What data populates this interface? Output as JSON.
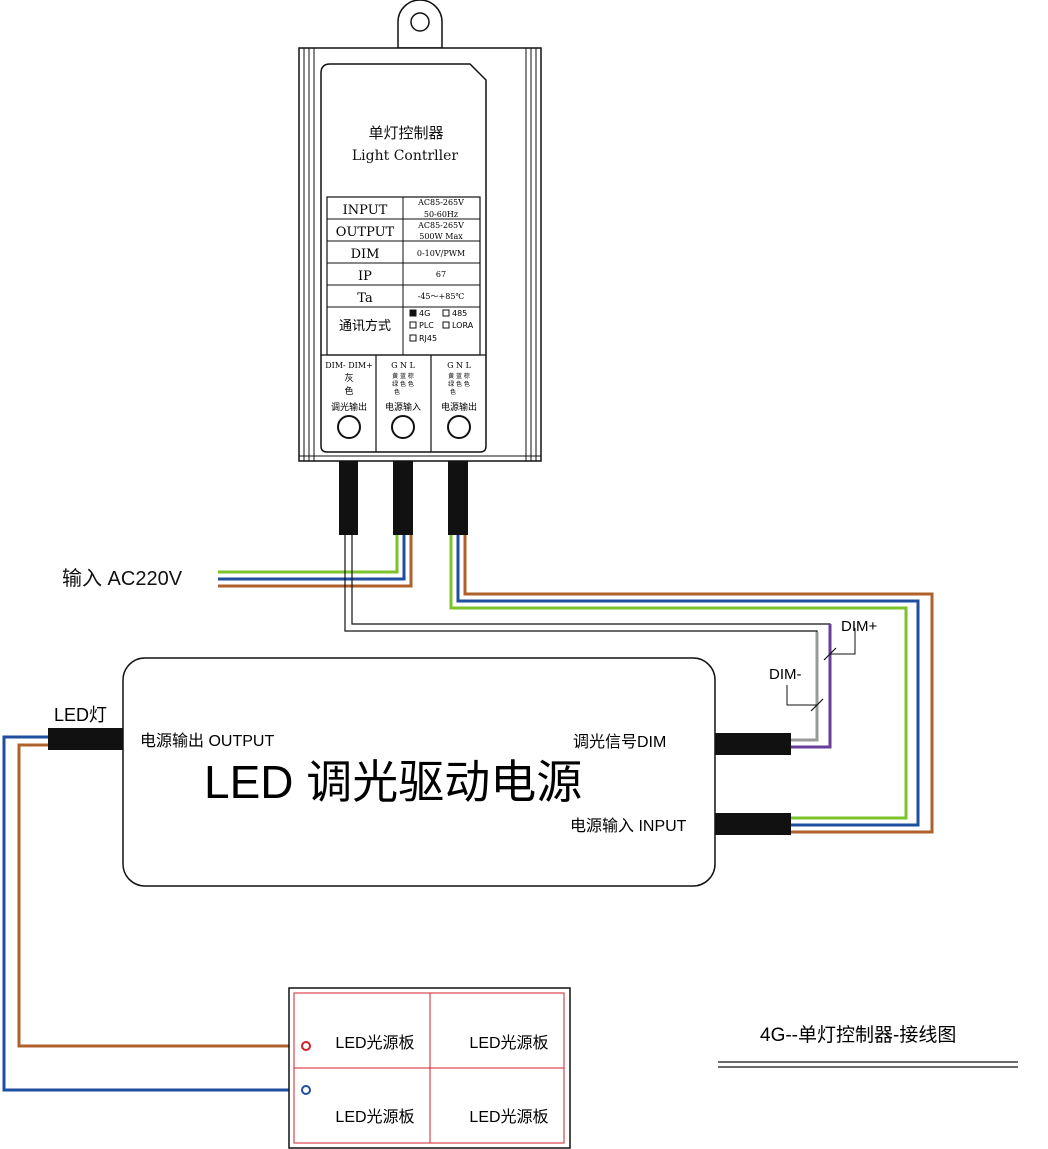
{
  "controller": {
    "title_cn": "单灯控制器",
    "title_en": "Light Contrller",
    "specs": [
      {
        "label": "INPUT",
        "value": "AC85-265V",
        "value2": "50-60Hz"
      },
      {
        "label": "OUTPUT",
        "value": "AC85-265V",
        "value2": "500W Max"
      },
      {
        "label": "DIM",
        "value": "0-10V/PWM",
        "value2": ""
      },
      {
        "label": "IP",
        "value": "67",
        "value2": ""
      },
      {
        "label": "Ta",
        "value": "-45～+85℃",
        "value2": ""
      }
    ],
    "comm": {
      "label": "通讯方式",
      "options": [
        {
          "name": "4G",
          "checked": true
        },
        {
          "name": "485",
          "checked": false
        },
        {
          "name": "PLC",
          "checked": false
        },
        {
          "name": "LORA",
          "checked": false
        },
        {
          "name": "RJ45",
          "checked": false
        }
      ]
    },
    "ports": [
      {
        "top": "DIM- DIM+",
        "sub1": "灰",
        "sub2": "色",
        "sub3": "",
        "label": "调光输出"
      },
      {
        "top": "G  N  L",
        "sub1": "黄 蓝 棕",
        "sub2": "绿 色 色",
        "sub3": "色",
        "label": "电源输入"
      },
      {
        "top": "G  N  L",
        "sub1": "黄 蓝 棕",
        "sub2": "绿 色 色",
        "sub3": "色",
        "label": "电源输出"
      }
    ]
  },
  "labels": {
    "input_ac": "输入 AC220V",
    "dim_plus": "DIM+",
    "dim_minus": "DIM-",
    "led_lamp": "LED灯"
  },
  "driver": {
    "output_label": "电源输出 OUTPUT",
    "title": "LED 调光驱动电源",
    "dim_label": "调光信号DIM",
    "input_label": "电源输入 INPUT"
  },
  "led_panels": [
    "LED光源板",
    "LED光源板",
    "LED光源板",
    "LED光源板"
  ],
  "footer_title": "4G--单灯控制器-接线图",
  "colors": {
    "green": "#7cc22a",
    "blue": "#1f4fa0",
    "brown": "#b0602a",
    "gray": "#9a9a9a",
    "purple": "#6a3d9a",
    "red": "#d0202a",
    "black": "#111111"
  }
}
